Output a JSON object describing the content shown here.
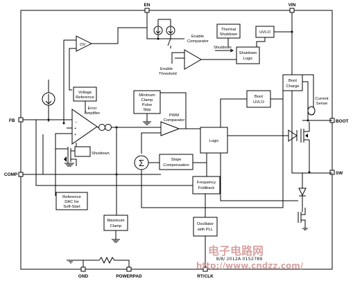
{
  "pins": {
    "en": "EN",
    "vin": "VIN",
    "fb": "FB",
    "comp": "COMP",
    "boot": "BOOT",
    "sw": "SW",
    "gnd": "GND",
    "powerpad": "POWERPAD",
    "rtclk": "RT/CLK"
  },
  "blocks": {
    "ov": "OV",
    "voltage_reference": [
      "Voltage",
      "Reference"
    ],
    "error_amplifier": [
      "Error",
      "Amplifier"
    ],
    "shutdown_ref": "Shutdown",
    "min_clamp": [
      "Minimum",
      "Clamp",
      "Pulse",
      "Skip"
    ],
    "pwm_comparator": [
      "PWM",
      "Comparator"
    ],
    "logic": "Logic",
    "slope_comp": [
      "Slope",
      "Compensation"
    ],
    "freq_foldback": [
      "Frequency",
      "Foldback"
    ],
    "ref_dac": [
      "Reference",
      "DAC for",
      "Soft-Start"
    ],
    "max_clamp": [
      "Maximum",
      "Clamp"
    ],
    "oscillator": [
      "Oscillator",
      "with PLL"
    ],
    "thermal_shutdown": [
      "Thermal",
      "Shutdown"
    ],
    "uvlo": "UVLO",
    "shutdown_logic": [
      "Shutdown",
      "Logic"
    ],
    "shutdown_sig": "Shutdown",
    "enable_comparator": [
      "Enable",
      "Comparator"
    ],
    "enable_threshold": [
      "Enable",
      "Threshold"
    ],
    "boot_charge": [
      "Boot",
      "Charge"
    ],
    "boot_uvlo": [
      "Boot",
      "UVLO"
    ],
    "current_sense": [
      "Current",
      "Sense"
    ]
  },
  "watermark": {
    "cn": "电子电路网",
    "url": "http://www.cndzz.com/",
    "code": "8/8/ 2012A 0152789"
  }
}
